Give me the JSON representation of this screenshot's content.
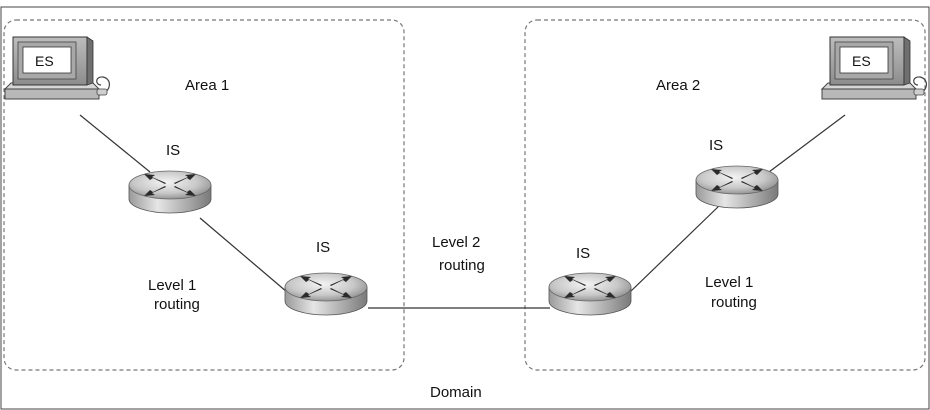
{
  "diagram": {
    "domain_label": "Domain",
    "areas": [
      {
        "label": "Area 1"
      },
      {
        "label": "Area 2"
      }
    ],
    "end_systems": [
      {
        "label": "ES"
      },
      {
        "label": "ES"
      }
    ],
    "routers": [
      {
        "label": "IS"
      },
      {
        "label": "IS"
      },
      {
        "label": "IS"
      },
      {
        "label": "IS"
      }
    ],
    "routing": {
      "level1_left": [
        "Level 1",
        "routing"
      ],
      "level2": [
        "Level 2",
        "routing"
      ],
      "level1_right": [
        "Level 1",
        "routing"
      ]
    }
  }
}
